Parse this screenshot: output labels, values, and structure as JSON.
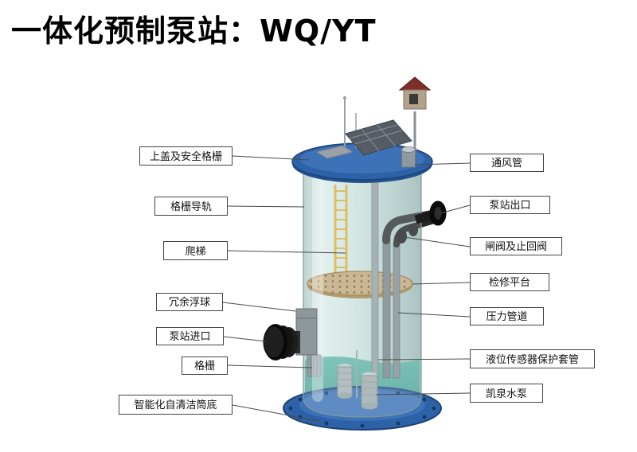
{
  "title": "一体化预制泵站：WQ/YT",
  "labels": {
    "left": [
      "上盖及安全格栅",
      "格栅导轨",
      "爬梯",
      "冗余浮球",
      "泵站进口",
      "格栅",
      "智能化自清洁筒底"
    ],
    "right": [
      "通风管",
      "泵站出口",
      "闸阀及止回阀",
      "检修平台",
      "压力管道",
      "液位传感器保护套管",
      "凯泉水泵"
    ]
  },
  "colors": {
    "title_color": "#000000",
    "label_border": "#444444",
    "lid_blue": "#2e62a8",
    "tank_teal": "#cfe4e0",
    "water_teal": "#4aa596",
    "platform_tan": "#c8a97b",
    "ladder_yellow": "#e0b23f"
  }
}
